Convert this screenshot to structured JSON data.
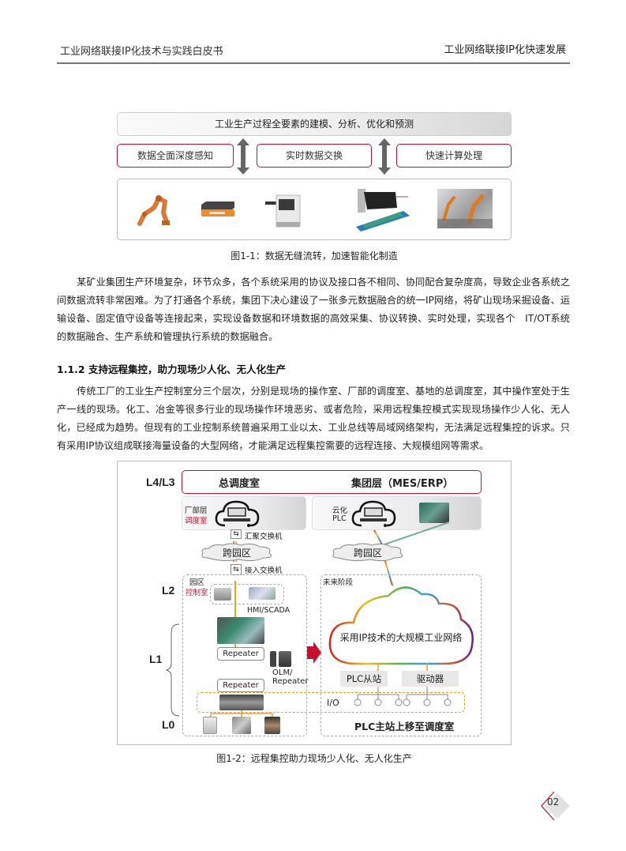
{
  "header": {
    "left_title": "工业网络联接IP化技术与实践白皮书",
    "right_title": "工业网络联接IP化快速发展"
  },
  "figure1": {
    "top_bar": "工业生产过程全要素的建模、分析、优化和预测",
    "boxes": [
      "数据全面深度感知",
      "实时数据交换",
      "快速计算处理"
    ],
    "images": [
      "robot-arm",
      "agv-cart",
      "inspection-machine",
      "conveyor-module",
      "factory-robots"
    ],
    "caption": "图1-1：数据无缝流转，加速智能化制造"
  },
  "paragraph1": "某矿业集团生产环境复杂，环节众多，各个系统采用的协议及接口各不相同、协同配合复杂度高，导致企业各系统之间数据流转非常困难。为了打通各个系统，集团下决心建设了一张多元数据融合的统一IP网络，将矿山现场采掘设备、运输设备、固定值守设备等连接起来，实现设备数据和环境数据的高效采集、协议转换、实时处理，实现各个　IT/OT系统的数据融合、生产系统和管理执行系统的数据融合。",
  "section": {
    "title": "1.1.2 支持远程集控，助力现场少人化、无人化生产"
  },
  "paragraph2": "传统工厂的工业生产控制室分三个层次，分别是现场的操作室、厂部的调度室、基地的总调度室，其中操作室处于生产一线的现场。化工、冶金等很多行业的现场操作环境恶劣、或者危险，采用远程集控模式实现现场操作少人化、无人化，已经成为趋势。但现有的工业控制系统普遍采用工业以太、工业总线等局域网络架构，无法满足远程集控的诉求。只有采用IP协议组成联接海量设备的大型网络，才能满足远程集控需要的远程连接、大规模组网等需求。",
  "figure2": {
    "levels": {
      "l43": "L4/L3",
      "l2": "L2",
      "l1": "L1",
      "l0": "L0"
    },
    "l43_left": "总调度室",
    "l43_right": "集团层（MES/ERP）",
    "factory_label_1": "厂部层",
    "factory_label_2": "调度室",
    "cloud_plc_1": "云化",
    "cloud_plc_2": "PLC",
    "agg_switch": "汇聚交换机",
    "cross_campus_left": "跨园区",
    "cross_campus_right": "跨园区",
    "access_switch": "接入交换机",
    "campus_label_1": "园区",
    "campus_label_2": "控制室",
    "hmi_scada": "HMI/SCADA",
    "repeater_1": "Repeater",
    "repeater_2": "Repeater",
    "olm_1": "OLM/",
    "olm_2": "Repeater",
    "future_stage": "未来阶段",
    "big_cloud": "采用IP技术的大规模工业网络",
    "plc_slave": "PLC从站",
    "driver": "驱动器",
    "io": "I/O",
    "bottom_right": "PLC主站上移至调度室",
    "caption": "图1-2：远程集控助力现场少人化、无人化生产"
  },
  "page_number": "02",
  "colors": {
    "accent_red": "#c8102e",
    "orange": "#f0a020",
    "rule_grey": "#777777"
  }
}
